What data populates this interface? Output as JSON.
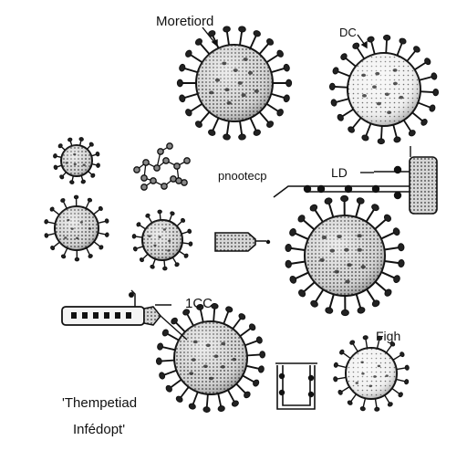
{
  "labels": [
    "Moretiord",
    "DC",
    "pnootecp",
    "LD",
    "1CC",
    "Figh",
    "'Thempetiad",
    "Infédopt'"
  ]
}
